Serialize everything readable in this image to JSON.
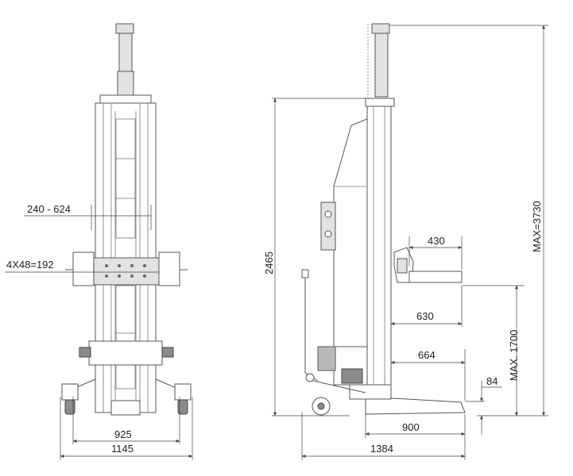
{
  "front_view": {
    "dimensions": {
      "height_adjust": "240 - 624",
      "bolt_pattern": "4X48=192",
      "inner_width": "925",
      "overall_width": "1145"
    }
  },
  "side_view": {
    "dimensions": {
      "arm_length": "430",
      "arm_reach": "630",
      "fork_depth": "664",
      "min_height": "84",
      "base_length": "900",
      "overall_length": "1384",
      "column_height": "2465",
      "max_lift": "MAX. 1700",
      "max_total_height": "MAX=3730"
    }
  }
}
